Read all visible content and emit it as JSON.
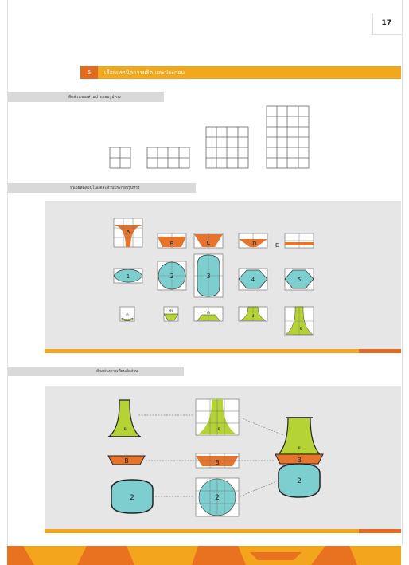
{
  "page": {
    "number": "17"
  },
  "section": {
    "number": "5",
    "title": "เลือกเทคนิคการผลิต และประกอบ"
  },
  "subheadings": {
    "grid_proportion": "สัดส่วนของส่วนประกอบรูปทรง",
    "units": "หน่วยสัดส่วนในแต่ละส่วนประกอบรูปทรง",
    "example": "ตัวอย่างการเทียบสัดส่วน"
  },
  "shape_labels": {
    "letters": [
      "A",
      "B",
      "C",
      "D",
      "E"
    ],
    "numbers": [
      "1",
      "2",
      "3",
      "4",
      "5"
    ],
    "thai": [
      "ก",
      "ข",
      "ค",
      "ง",
      "จ"
    ]
  },
  "example_labels": {
    "neck": "จ",
    "collar": "B",
    "body": "2"
  },
  "colors": {
    "orange": "#e8742c",
    "teal": "#7dcfcf",
    "lime": "#b6d335",
    "yellow": "#f3a51d",
    "panel": "#e6e6e6"
  }
}
